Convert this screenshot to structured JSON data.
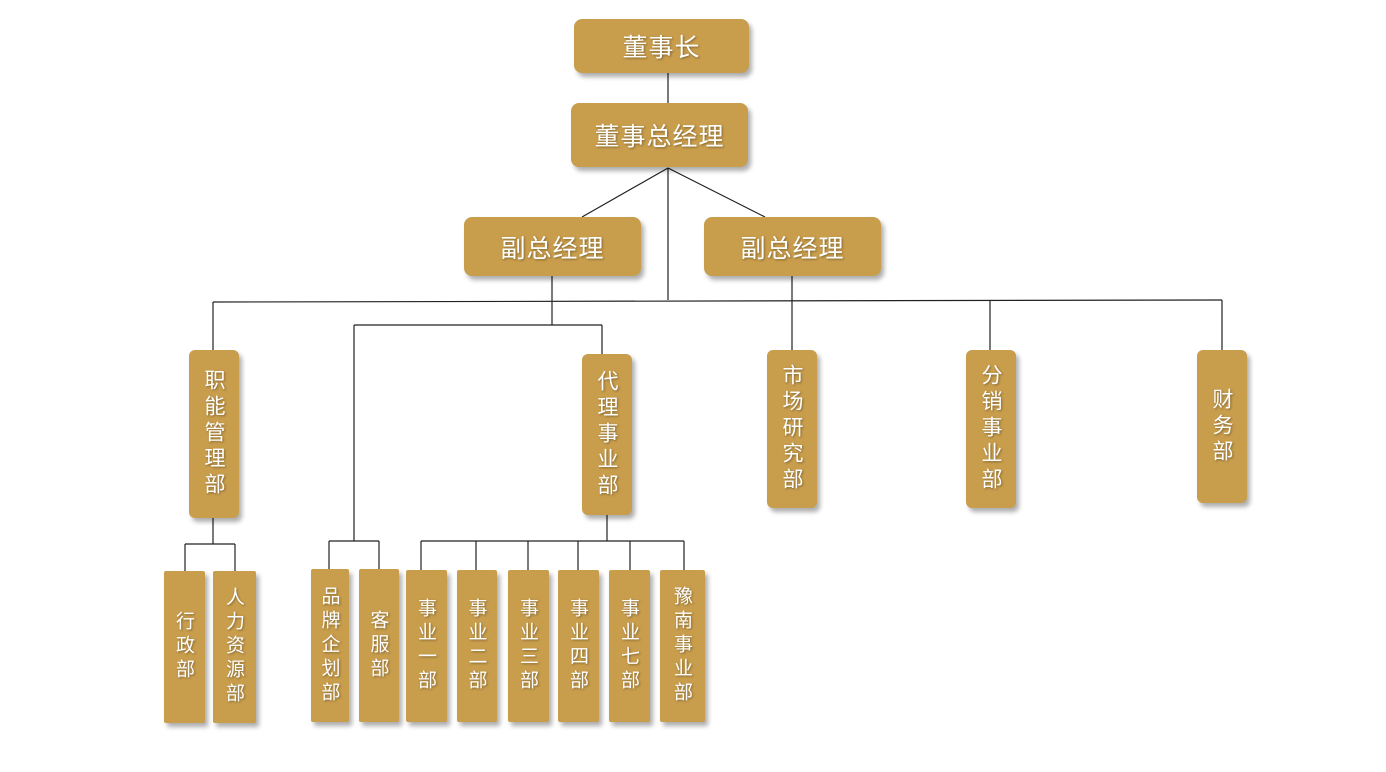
{
  "chairman": "董事长",
  "gm": "董事总经理",
  "vp_left": "副总经理",
  "vp_right": "副总经理",
  "depts": {
    "functional": "职能管理部",
    "agency": "代理事业部",
    "market": "市场研究部",
    "distribution": "分销事业部",
    "finance": "财务部"
  },
  "leaves": {
    "admin": "行政部",
    "hr": "人力资源部",
    "brand": "品牌企划部",
    "service": "客服部",
    "biz1": "事业一部",
    "biz2": "事业二部",
    "biz3": "事业三部",
    "biz4": "事业四部",
    "biz7": "事业七部",
    "yunan": "豫南事业部"
  }
}
